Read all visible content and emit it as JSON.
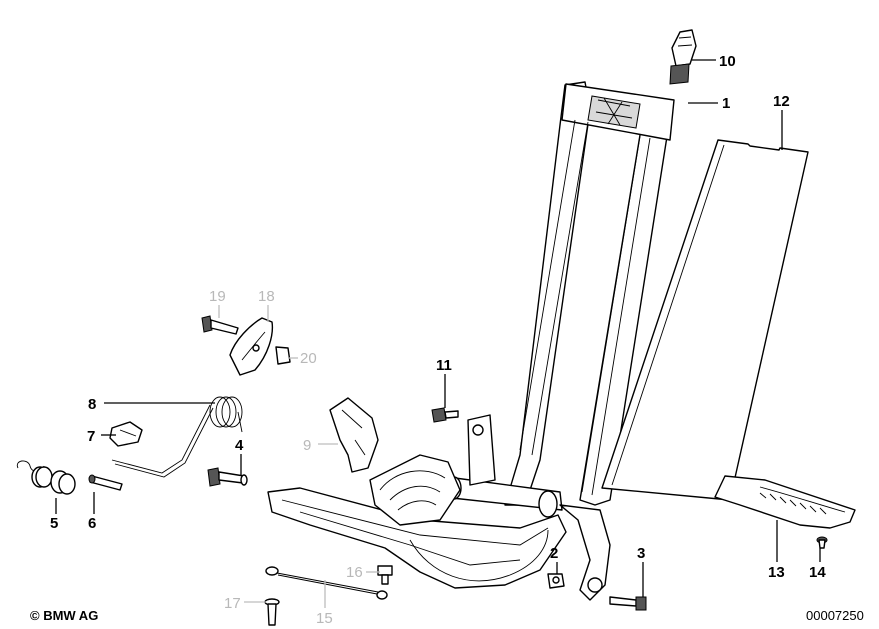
{
  "diagram": {
    "copyright": "© BMW AG",
    "doc_number": "00007250",
    "callouts": [
      {
        "id": "1",
        "text": "1",
        "active": true
      },
      {
        "id": "2",
        "text": "2",
        "active": true
      },
      {
        "id": "3",
        "text": "3",
        "active": true
      },
      {
        "id": "4",
        "text": "4",
        "active": true
      },
      {
        "id": "5",
        "text": "5",
        "active": true
      },
      {
        "id": "6",
        "text": "6",
        "active": true
      },
      {
        "id": "7",
        "text": "7",
        "active": true
      },
      {
        "id": "8",
        "text": "8",
        "active": true
      },
      {
        "id": "9",
        "text": "9",
        "active": false
      },
      {
        "id": "10",
        "text": "10",
        "active": true
      },
      {
        "id": "11",
        "text": "11",
        "active": true
      },
      {
        "id": "12",
        "text": "12",
        "active": true
      },
      {
        "id": "13",
        "text": "13",
        "active": true
      },
      {
        "id": "14",
        "text": "14",
        "active": true
      },
      {
        "id": "15",
        "text": "15",
        "active": false
      },
      {
        "id": "16",
        "text": "16",
        "active": false
      },
      {
        "id": "17",
        "text": "17",
        "active": false
      },
      {
        "id": "18",
        "text": "18",
        "active": false
      },
      {
        "id": "19",
        "text": "19",
        "active": false
      },
      {
        "id": "20",
        "text": "20",
        "active": false
      }
    ]
  }
}
